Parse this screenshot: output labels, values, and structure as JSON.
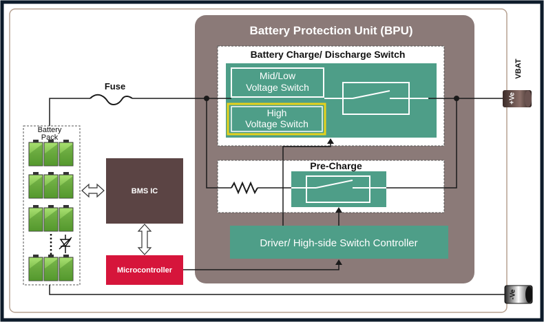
{
  "bpu_title": "Battery Protection Unit (BPU)",
  "switch_box_title": "Battery Charge/ Discharge Switch",
  "mid_low_switch": [
    "Mid/Low",
    "Voltage Switch"
  ],
  "high_switch": [
    "High",
    "Voltage Switch"
  ],
  "precharge_title": "Pre-Charge",
  "driver_label": "Driver/ High-side Switch Controller",
  "fuse_label": "Fuse",
  "battery_pack_label": [
    "Battery",
    "Pack"
  ],
  "bms_label": "BMS IC",
  "mcu_label": "Microcontroller",
  "vbat_label": "VBAT",
  "pos_terminal": "+Ve",
  "neg_terminal": "-Ve",
  "colors": {
    "frame": "#0d1b2a",
    "bpu": "#8b7a78",
    "green_block": "#4e9e88",
    "bms": "#5b4444",
    "mcu": "#d6153b",
    "highlight": "#e6d21b",
    "cell_green": "#7cc444",
    "wire": "#1a1a1a"
  }
}
